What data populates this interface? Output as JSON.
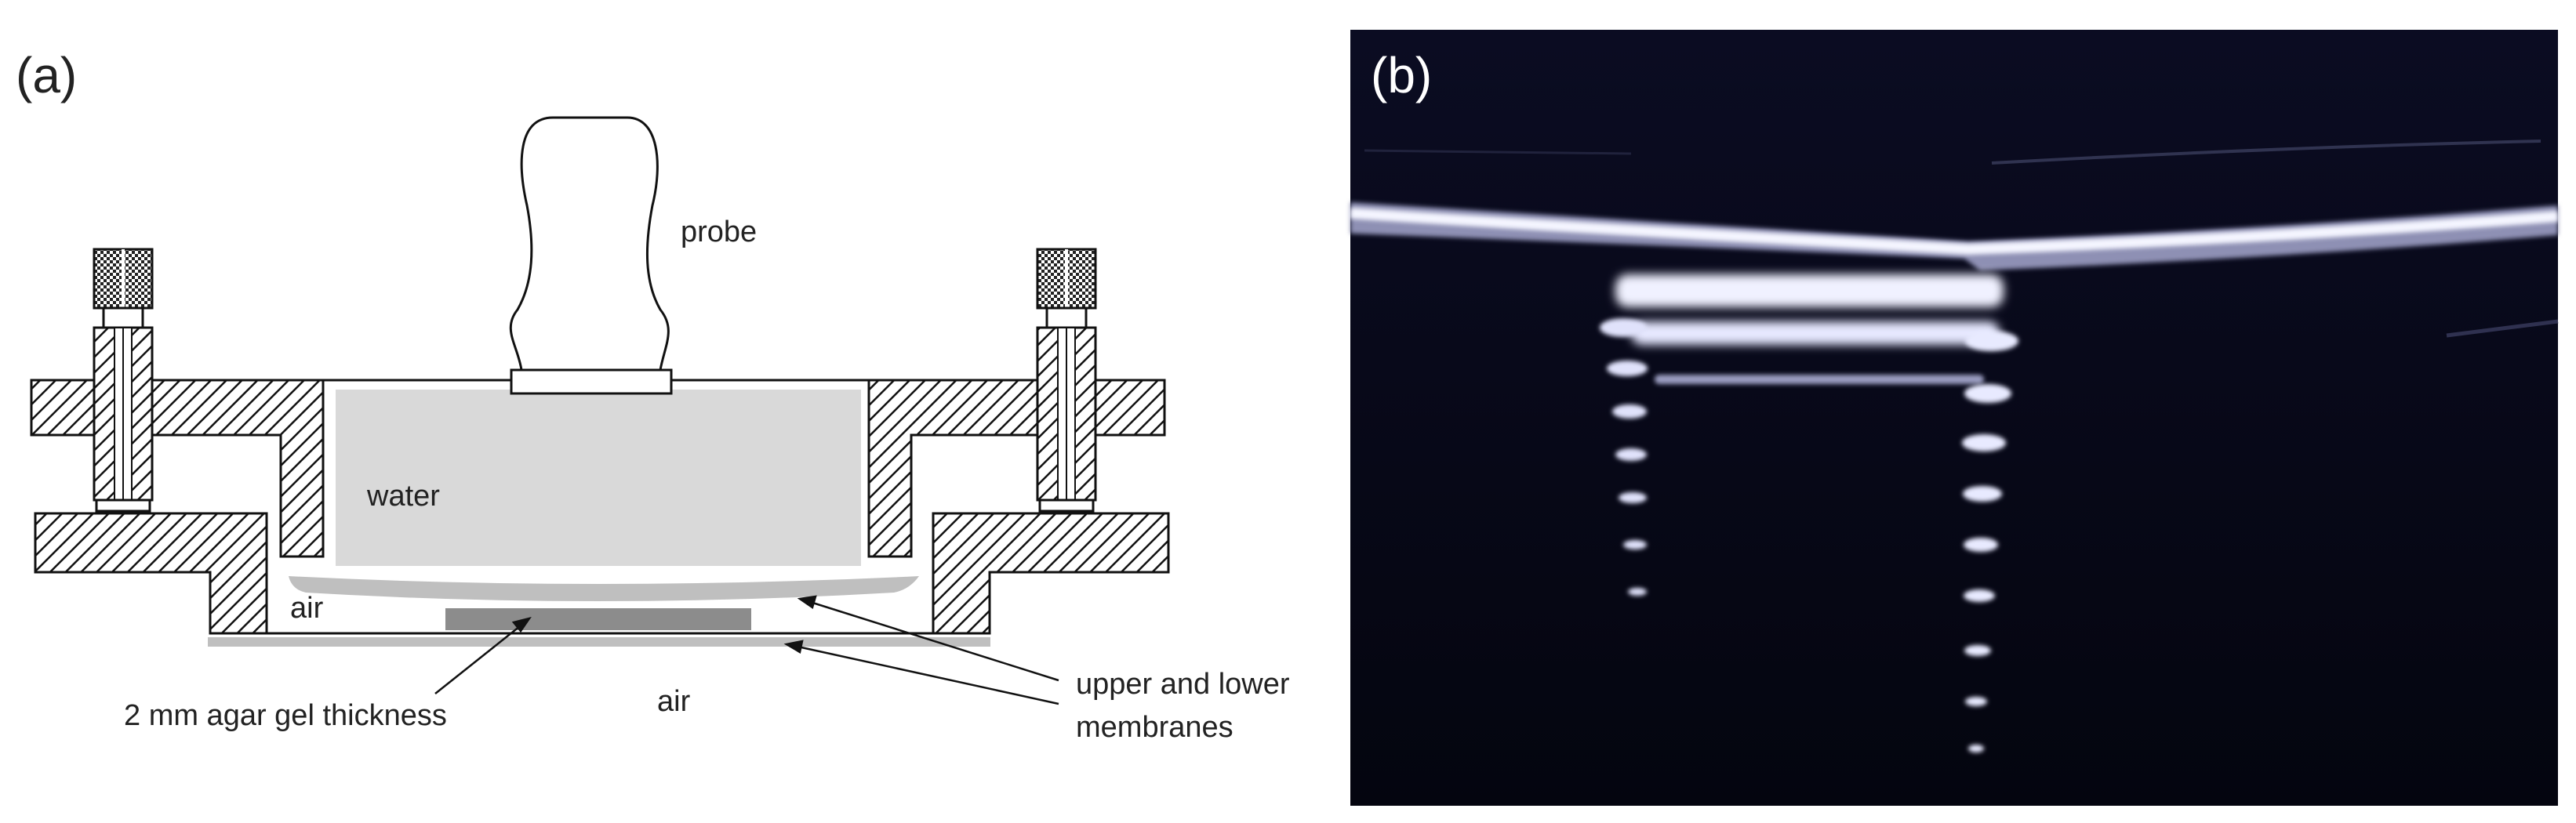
{
  "figure": {
    "panel_a": {
      "letter": "(a)",
      "labels": {
        "probe": "probe",
        "water": "water",
        "air_inner": "air",
        "air_outer": "air",
        "gel": "2 mm agar gel thickness",
        "membranes_line1": "upper and lower",
        "membranes_line2": "membranes"
      }
    },
    "panel_b": {
      "letter": "(b)"
    }
  },
  "colors": {
    "water": "#d9d9d9",
    "gel": "#8c8c8c",
    "membrane": "#bfbfbf",
    "outline": "#111111",
    "ultrasound_bg": "#07081a",
    "echo": "#eef0ff"
  }
}
